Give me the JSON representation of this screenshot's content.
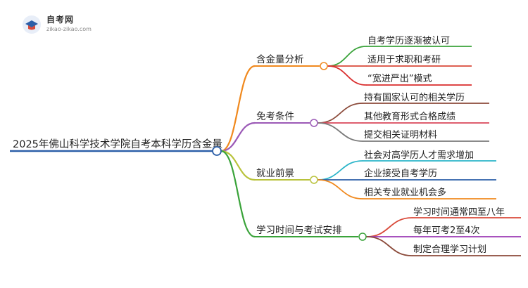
{
  "logo": {
    "title": "自考网",
    "url": "zikao-zikao.com"
  },
  "mindmap": {
    "root": "2025年佛山科学技术学院自考本科学历含金量",
    "branches": [
      {
        "label": "含金量分析",
        "color": "#f0891e",
        "children": [
          {
            "label": "自考学历逐渐被认可",
            "color": "#3aa33a"
          },
          {
            "label": "适用于求职和考研",
            "color": "#d94a3a"
          },
          {
            "label": "“宽进严出”模式",
            "color": "#d92c2c"
          }
        ]
      },
      {
        "label": "免考条件",
        "color": "#9b59b6",
        "children": [
          {
            "label": "持有国家认可的相关学历",
            "color": "#8b4a3a"
          },
          {
            "label": "其他教育形式合格成绩",
            "color": "#d9475a"
          },
          {
            "label": "提交相关证明材料",
            "color": "#7a7a7a"
          }
        ]
      },
      {
        "label": "就业前景",
        "color": "#b8c23a",
        "children": [
          {
            "label": "社会对高学历人才需求增加",
            "color": "#2bb5c9"
          },
          {
            "label": "企业接受自考学历",
            "color": "#2c5fa8"
          },
          {
            "label": "相关专业就业机会多",
            "color": "#f0891e"
          }
        ]
      },
      {
        "label": "学习时间与考试安排",
        "color": "#3aa33a",
        "children": [
          {
            "label": "学习时间通常四至八年",
            "color": "#d94a3a"
          },
          {
            "label": "每年可考2至4次",
            "color": "#9b3ab5"
          },
          {
            "label": "制定合理学习计划",
            "color": "#8b4a3a"
          }
        ]
      }
    ]
  }
}
